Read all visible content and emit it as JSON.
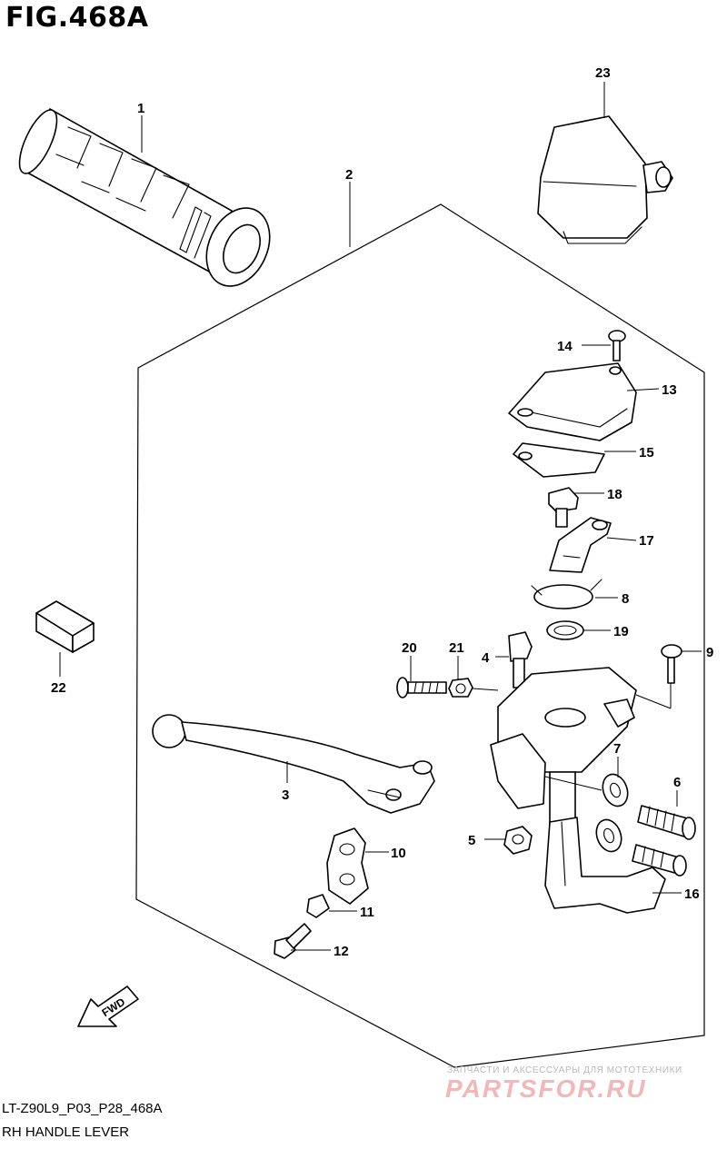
{
  "figure": {
    "title": "FIG.468A",
    "model_code": "LT-Z90L9_P03_P28_468A",
    "part_group_name": "RH HANDLE LEVER"
  },
  "watermark": {
    "tagline": "ЗАПЧАСТИ И АКСЕССУАРЫ ДЛЯ МОТОТЕХНИКИ",
    "brand": "PARTSFOR.RU"
  },
  "fwd_arrow_text": "FWD",
  "callouts": [
    {
      "id": "c1",
      "label": "1"
    },
    {
      "id": "c2",
      "label": "2"
    },
    {
      "id": "c3",
      "label": "3"
    },
    {
      "id": "c4",
      "label": "4"
    },
    {
      "id": "c5",
      "label": "5"
    },
    {
      "id": "c6",
      "label": "6"
    },
    {
      "id": "c7",
      "label": "7"
    },
    {
      "id": "c8",
      "label": "8"
    },
    {
      "id": "c9",
      "label": "9"
    },
    {
      "id": "c10",
      "label": "10"
    },
    {
      "id": "c11",
      "label": "11"
    },
    {
      "id": "c12",
      "label": "12"
    },
    {
      "id": "c13",
      "label": "13"
    },
    {
      "id": "c14",
      "label": "14"
    },
    {
      "id": "c15",
      "label": "15"
    },
    {
      "id": "c16",
      "label": "16"
    },
    {
      "id": "c17",
      "label": "17"
    },
    {
      "id": "c18",
      "label": "18"
    },
    {
      "id": "c19",
      "label": "19"
    },
    {
      "id": "c20",
      "label": "20"
    },
    {
      "id": "c21",
      "label": "21"
    },
    {
      "id": "c22",
      "label": "22"
    },
    {
      "id": "c23",
      "label": "23"
    }
  ]
}
